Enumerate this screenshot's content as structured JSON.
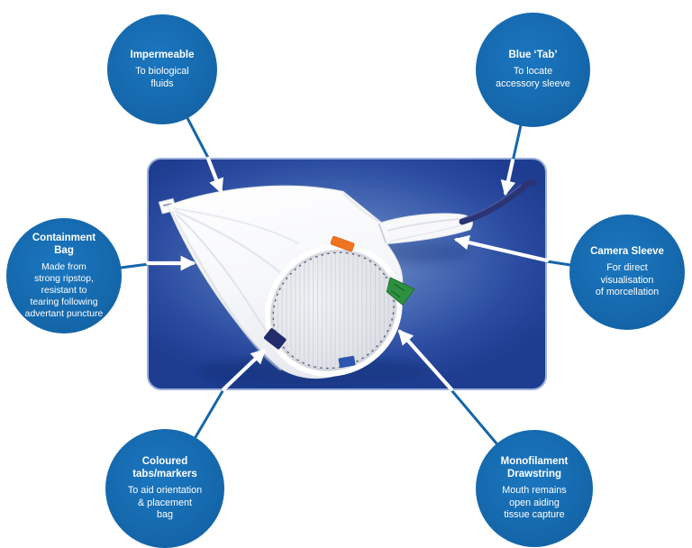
{
  "page": {
    "background": "#ffffff"
  },
  "colors": {
    "callout_blue": "#1465a8",
    "callout_blue_light": "#1b77c0",
    "leader_line_blue": "#1566ab",
    "arrow_white": "#ffffff",
    "photo_bg_center": "#7b94c9",
    "photo_bg_edge": "#1e3c90",
    "photo_border": "#9ab0dc",
    "tab_orange": "#ee7420",
    "tab_green": "#2e9140",
    "tab_navy": "#222c6b",
    "tab_blue": "#2b55ae",
    "blue_tube": "#2b3474",
    "bag_white": "#ffffff"
  },
  "diagram": {
    "photo": {
      "subject": "white conical specimen containment bag with open drawstring mouth, camera sleeve and blue tab tube"
    },
    "callouts": [
      {
        "id": "impermeable",
        "title_lines": [
          "Impermeable"
        ],
        "body_lines": [
          "To biological",
          "fluids"
        ]
      },
      {
        "id": "blue-tab",
        "title_lines": [
          "Blue ‘Tab’"
        ],
        "body_lines": [
          "To locate",
          "accessory sleeve"
        ]
      },
      {
        "id": "containment-bag",
        "title_lines": [
          "Containment",
          "Bag"
        ],
        "body_lines": [
          "Made from",
          "strong ripstop,",
          "resistant to",
          "tearing following",
          "advertant puncture"
        ]
      },
      {
        "id": "camera-sleeve",
        "title_lines": [
          "Camera Sleeve"
        ],
        "body_lines": [
          "For direct",
          "visualisation",
          "of morcellation"
        ]
      },
      {
        "id": "coloured-tabs-markers",
        "title_lines": [
          "Coloured",
          "tabs/markers"
        ],
        "body_lines": [
          "To aid orientation",
          "& placement",
          "bag"
        ]
      },
      {
        "id": "monofilament-drawstring",
        "title_lines": [
          "Monofilament",
          "Drawstring"
        ],
        "body_lines": [
          "Mouth remains",
          "open aiding",
          "tissue capture"
        ]
      }
    ]
  }
}
